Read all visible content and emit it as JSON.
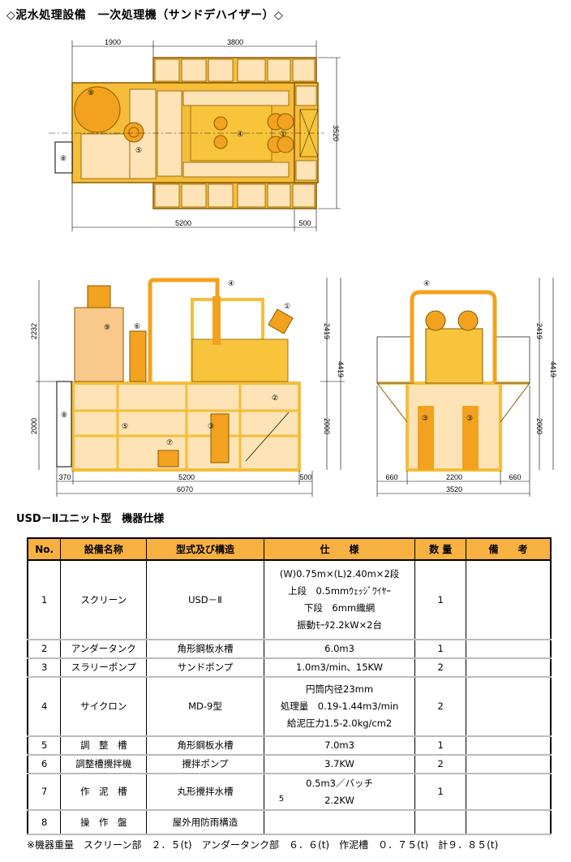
{
  "title": "◇泥水処理設備　一次処理機（サンドデハイザー）◇",
  "plan_view": {
    "dims": {
      "w1": "1900",
      "w2": "3800",
      "h": "3520",
      "total": "5200",
      "ext": "500"
    },
    "markers": {
      "m9": "⑨",
      "m5": "⑤",
      "m4": "④",
      "m1": "①",
      "m8": "⑧"
    }
  },
  "front_view": {
    "dims": {
      "left": "370",
      "main": "5200",
      "right": "500",
      "total": "6070",
      "upper": "2232",
      "lower": "2000",
      "r_upper": "2419",
      "r_total": "4419",
      "r_lower": "2000"
    },
    "markers": {
      "m4": "④",
      "m1": "①",
      "m9": "⑨",
      "m6": "⑥",
      "m2": "②",
      "m8": "⑧",
      "m5": "⑤",
      "m3": "③",
      "m7": "⑦"
    }
  },
  "side_view": {
    "dims": {
      "left": "660",
      "main": "2200",
      "right": "660",
      "total": "3520",
      "upper": "2419",
      "total_h": "4419",
      "lower": "2000"
    },
    "markers": {
      "m4": "④",
      "m3a": "③",
      "m3b": "③"
    }
  },
  "spec_title": "USD－Ⅱユニット型　機器仕様",
  "table": {
    "headers": [
      "No.",
      "設備名称",
      "型式及び構造",
      "仕　　様",
      "数 量",
      "備　　考"
    ],
    "rows": [
      {
        "no": "1",
        "name": "スクリーン",
        "model": "USD－Ⅱ",
        "spec": [
          "(W)0.75m×(L)2.40m×2段",
          "上段　0.5mmｳｪｯｼﾞﾜｲﾔｰ",
          "下段　6mm織網",
          "振動ﾓｰﾀ2.2kW×2台"
        ],
        "qty": "1",
        "note": ""
      },
      {
        "no": "2",
        "name": "アンダータンク",
        "model": "角形鋼板水槽",
        "spec": [
          "6.0m3"
        ],
        "qty": "1",
        "note": ""
      },
      {
        "no": "3",
        "name": "スラリーポンプ",
        "model": "サンドポンプ",
        "spec": [
          "1.0m3/min、15KW"
        ],
        "qty": "2",
        "note": ""
      },
      {
        "no": "4",
        "name": "サイクロン",
        "model": "MD-9型",
        "spec": [
          "円筒内径23mm",
          "処理量　0.19-1.44m3/min",
          "給泥圧力1.5-2.0kg/cm2"
        ],
        "qty": "2",
        "note": ""
      },
      {
        "no": "5",
        "name": "調　整　槽",
        "model": "角形鋼板水槽",
        "spec": [
          "7.0m3"
        ],
        "qty": "1",
        "note": ""
      },
      {
        "no": "6",
        "name": "調整槽攪拌機",
        "model": "攪拌ポンプ",
        "spec": [
          "3.7KW"
        ],
        "qty": "2",
        "note": ""
      },
      {
        "no": "7",
        "name": "作　泥　槽",
        "model": "丸形攪拌水槽",
        "spec": [
          "0.5m3／バッチ",
          "2.2KW"
        ],
        "spec_side": "5",
        "qty": "1",
        "note": ""
      },
      {
        "no": "8",
        "name": "操　作　盤",
        "model": "屋外用防雨構造",
        "spec": [
          ""
        ],
        "qty": "",
        "note": ""
      }
    ]
  },
  "footnote": "※機器重量　スクリーン部　２．５(t)　アンダータンク部　６．６(t)　作泥槽　０．７５(t)　計９．８５(t)",
  "colors": {
    "frame": "#f5bd3a",
    "panel": "#fde3b5",
    "machine": "#f2a21e",
    "header": "#f7b140"
  }
}
